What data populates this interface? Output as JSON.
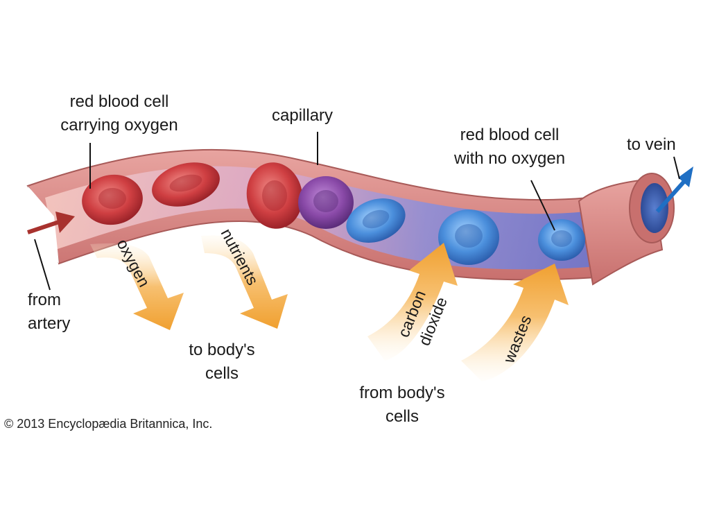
{
  "labels": {
    "rbc_oxygen_line1": "red blood cell",
    "rbc_oxygen_line2": "carrying oxygen",
    "capillary": "capillary",
    "rbc_no_oxygen_line1": "red blood cell",
    "rbc_no_oxygen_line2": "with no oxygen",
    "to_vein": "to vein",
    "from_artery_line1": "from",
    "from_artery_line2": "artery",
    "to_body_cells_line1": "to body's",
    "to_body_cells_line2": "cells",
    "from_body_cells_line1": "from body's",
    "from_body_cells_line2": "cells"
  },
  "arrows": {
    "oxygen": "oxygen",
    "nutrients": "nutrients",
    "carbon_dioxide_line1": "carbon",
    "carbon_dioxide_line2": "dioxide",
    "wastes": "wastes"
  },
  "copyright": "© 2013 Encyclopædia Britannica, Inc.",
  "colors": {
    "vessel_wall": "#d98b8b",
    "vessel_inner": "#f3c3bd",
    "oxygenated_cell": "#c8383d",
    "transition_cell": "#8c4a9c",
    "deoxygenated_cell": "#4f8fd8",
    "arrow_fill": "#f2a63c",
    "artery_arrow": "#a8322e",
    "vein_arrow": "#1f6fc4"
  }
}
